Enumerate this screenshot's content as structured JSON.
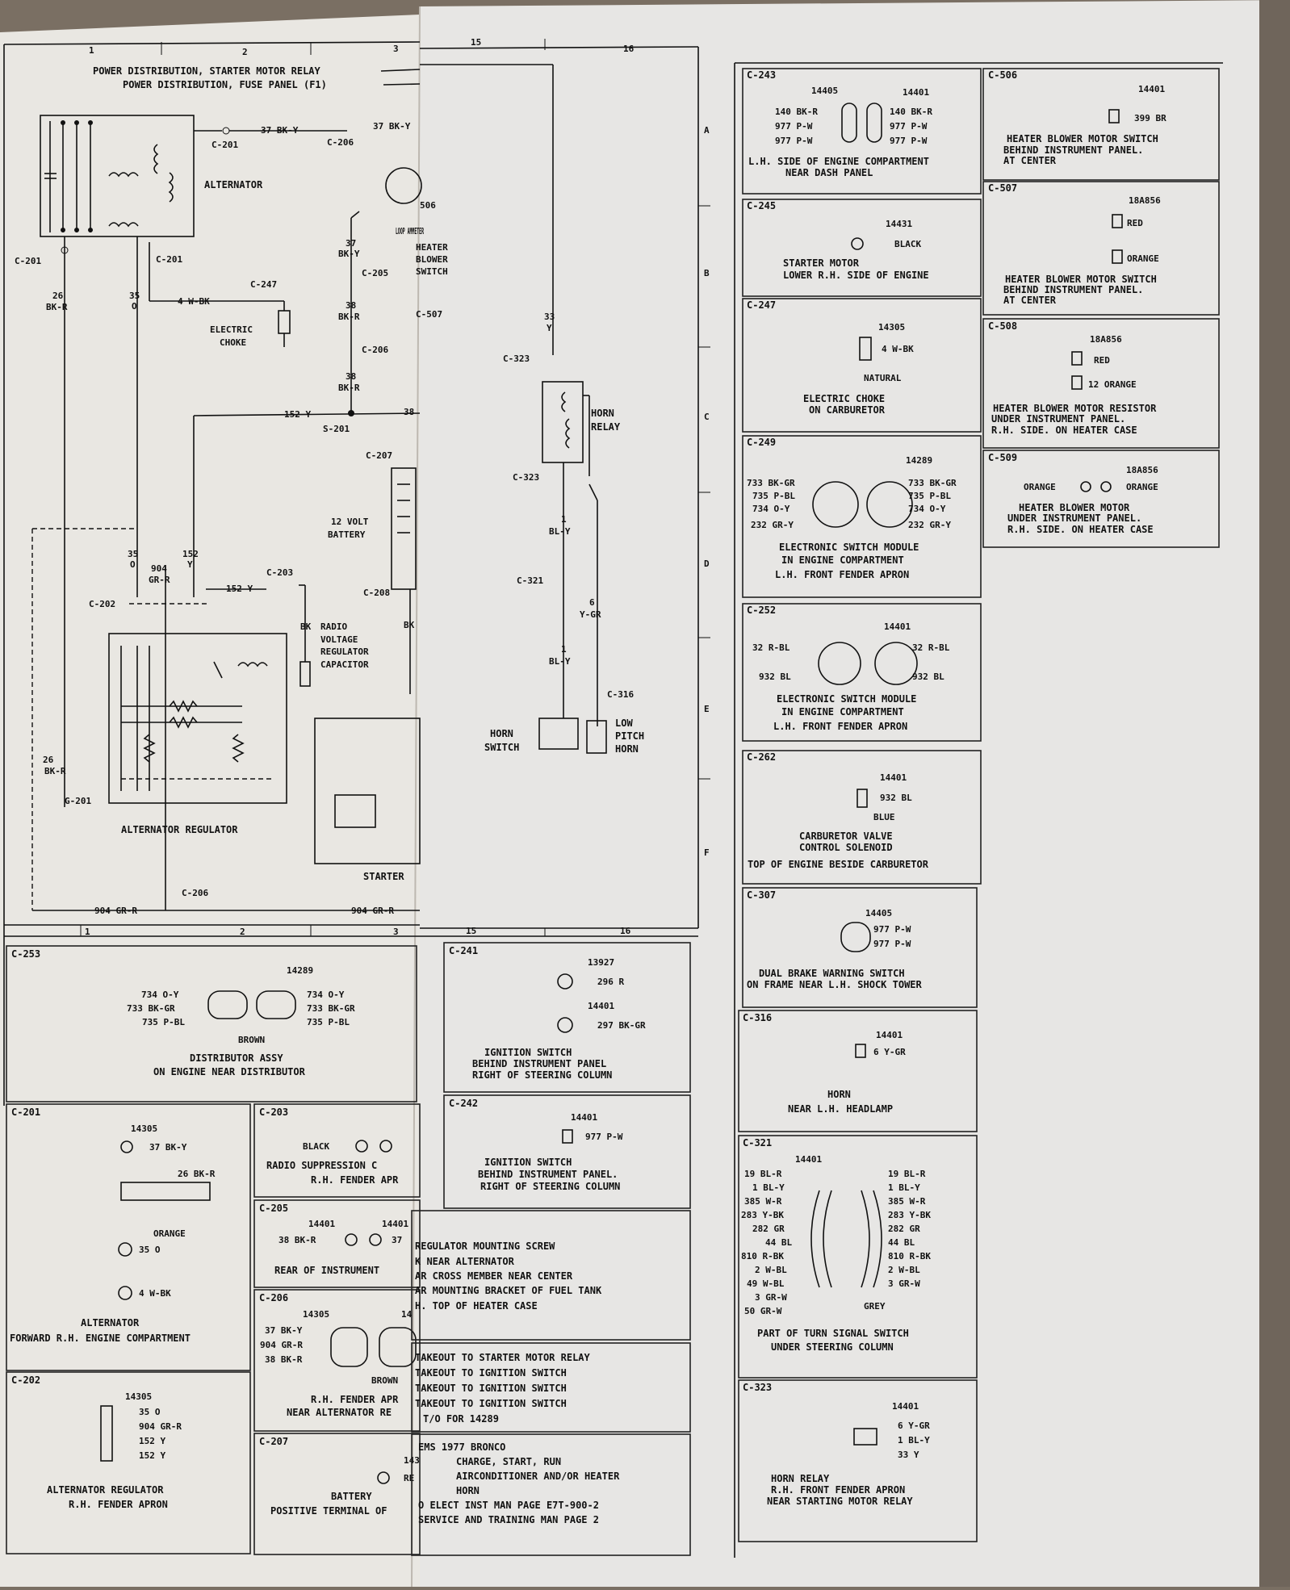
{
  "left_sheet": {
    "grid_top": [
      "1",
      "2",
      "3"
    ],
    "grid_bottom": [
      "1",
      "2",
      "3"
    ],
    "header": {
      "line1": "POWER DISTRIBUTION, STARTER MOTOR RELAY",
      "line2": "POWER DISTRIBUTION, FUSE PANEL (F1)"
    },
    "labels": {
      "alternator": "ALTERNATOR",
      "c201_a": "C-201",
      "c201_b": "C-201",
      "c201_c": "C-201",
      "c206_top": "C-206",
      "w37_a": "37 BK-Y",
      "w37_b": "37 BK-Y",
      "w26_num": "26",
      "w26_col": "BK-R",
      "w35_num": "35",
      "w35_col": "O",
      "w4": "4 W-BK",
      "c247": "C-247",
      "electric_choke_1": "ELECTRIC",
      "electric_choke_2": "CHOKE",
      "w152": "152 Y",
      "s201": "S-201",
      "w37b_num": "37",
      "w37b_col": "BK-Y",
      "c205": "C-205",
      "w38a_num": "38",
      "w38a_col": "BK-R",
      "c206_mid": "C-206",
      "w38b_num": "38",
      "w38b_col": "BK-R",
      "w38c": "38",
      "c506": "506",
      "loop_ammeter": "LOOP AMMETER",
      "heater_1": "HEATER",
      "heater_2": "BLOWER",
      "heater_3": "SWITCH",
      "c507": "C-507",
      "c207": "C-207",
      "battery_1": "12 VOLT",
      "battery_2": "BATTERY",
      "c208": "C-208",
      "bk_v": "BK",
      "w35b_num": "35",
      "w35b_col": "O",
      "w904_num": "904",
      "w904_col": "GR-R",
      "w152b_num": "152",
      "w152b_col": "Y",
      "c202": "C-202",
      "w152c": "152 Y",
      "c203": "C-203",
      "bk": "BK",
      "radio_1": "RADIO",
      "radio_2": "VOLTAGE",
      "radio_3": "REGULATOR",
      "radio_4": "CAPACITOR",
      "w26b_num": "26",
      "w26b_col": "BK-R",
      "g201": "G-201",
      "alt_reg": "ALTERNATOR REGULATOR",
      "starter": "STARTER",
      "c206_bottom": "C-206",
      "w904a": "904 GR-R",
      "w904b": "904 GR-R"
    }
  },
  "middle_sheet": {
    "grid_top": [
      "15",
      "16"
    ],
    "grid_bottom": [
      "15",
      "16"
    ],
    "rows": [
      "A",
      "B",
      "C",
      "D",
      "E",
      "F"
    ],
    "labels": {
      "w33_num": "33",
      "w33_col": "Y",
      "c323_a": "C-323",
      "horn_relay_1": "HORN",
      "horn_relay_2": "RELAY",
      "c323_b": "C-323",
      "w1_num": "1",
      "w1_col": "BL-Y",
      "c321": "C-321",
      "w6_num": "6",
      "w6_col": "Y-GR",
      "w1b_num": "1",
      "w1b_col": "BL-Y",
      "c316": "C-316",
      "horn_switch_1": "HORN",
      "horn_switch_2": "SWITCH",
      "low_pitch_1": "LOW",
      "low_pitch_2": "PITCH",
      "low_pitch_3": "HORN"
    }
  },
  "legend_lines": [
    "REGULATOR MOUNTING SCREW",
    "K NEAR ALTERNATOR",
    "AR CROSS MEMBER NEAR CENTER",
    "AR MOUNTING BRACKET OF FUEL TANK",
    "H. TOP OF HEATER CASE"
  ],
  "takeout_lines": [
    "TAKEOUT TO STARTER MOTOR RELAY",
    "TAKEOUT TO IGNITION SWITCH",
    "TAKEOUT TO IGNITION SWITCH",
    "TAKEOUT TO IGNITION SWITCH",
    "T/O FOR 14289"
  ],
  "title_block": [
    "EMS 1977 BRONCO",
    "CHARGE, START, RUN",
    "AIRCONDITIONER AND/OR HEATER",
    "HORN",
    "O ELECT INST MAN PAGE E7T-900-2",
    "SERVICE AND TRAINING MAN PAGE 2"
  ],
  "connectors": {
    "c243": {
      "id": "C-243",
      "part_a": "14405",
      "part_b": "14401",
      "pins_l": [
        "140 BK-R",
        "977 P-W",
        "977 P-W"
      ],
      "pins_r": [
        "140 BK-R",
        "977 P-W",
        "977 P-W"
      ],
      "loc1": "L.H. SIDE OF ENGINE COMPARTMENT",
      "loc2": "NEAR DASH PANEL"
    },
    "c245": {
      "id": "C-245",
      "part": "14431",
      "pin": "BLACK",
      "loc1": "STARTER MOTOR",
      "loc2": "LOWER R.H. SIDE OF ENGINE"
    },
    "c247": {
      "id": "C-247",
      "part": "14305",
      "pin": "4 W-BK",
      "color": "NATURAL",
      "loc1": "ELECTRIC CHOKE",
      "loc2": "ON CARBURETOR"
    },
    "c249": {
      "id": "C-249",
      "part": "14289",
      "pins_l": [
        "733 BK-GR",
        "735 P-BL",
        "734 O-Y",
        "232 GR-Y"
      ],
      "pins_r": [
        "733 BK-GR",
        "735 P-BL",
        "734 O-Y",
        "232 GR-Y"
      ],
      "loc1": "ELECTRONIC SWITCH MODULE",
      "loc2": "IN ENGINE COMPARTMENT",
      "loc3": "L.H. FRONT FENDER APRON"
    },
    "c252": {
      "id": "C-252",
      "part": "14401",
      "pins_l": [
        "32 R-BL",
        "932 BL"
      ],
      "pins_r": [
        "32 R-BL",
        "932 BL"
      ],
      "loc1": "ELECTRONIC SWITCH MODULE",
      "loc2": "IN ENGINE COMPARTMENT",
      "loc3": "L.H. FRONT FENDER APRON"
    },
    "c262": {
      "id": "C-262",
      "part": "14401",
      "pin": "932 BL",
      "color": "BLUE",
      "loc1": "CARBURETOR VALVE",
      "loc2": "CONTROL SOLENOID",
      "loc3": "TOP OF ENGINE BESIDE CARBURETOR"
    },
    "c307": {
      "id": "C-307",
      "part": "14405",
      "pins": [
        "977 P-W",
        "977 P-W"
      ],
      "loc1": "DUAL BRAKE WARNING SWITCH",
      "loc2": "ON FRAME NEAR L.H. SHOCK TOWER"
    },
    "c316": {
      "id": "C-316",
      "part": "14401",
      "pin": "6 Y-GR",
      "loc1": "HORN",
      "loc2": "NEAR L.H. HEADLAMP"
    },
    "c321": {
      "id": "C-321",
      "part": "14401",
      "pins_l": [
        "19 BL-R",
        "1 BL-Y",
        "385 W-R",
        "283 Y-BK",
        "282 GR",
        "44 BL",
        "810 R-BK",
        "2 W-BL",
        "49 W-BL",
        "3 GR-W",
        "50 GR-W"
      ],
      "pins_r": [
        "19 BL-R",
        "1 BL-Y",
        "385 W-R",
        "283 Y-BK",
        "282 GR",
        "44 BL",
        "810 R-BK",
        "2 W-BL",
        "3 GR-W"
      ],
      "color": "GREY",
      "loc1": "PART OF TURN SIGNAL SWITCH",
      "loc2": "UNDER STEERING COLUMN"
    },
    "c323": {
      "id": "C-323",
      "part": "14401",
      "pins": [
        "6 Y-GR",
        "1 BL-Y",
        "33 Y"
      ],
      "loc1": "HORN RELAY",
      "loc2": "R.H. FRONT FENDER APRON",
      "loc3": "NEAR STARTING MOTOR RELAY"
    },
    "c506": {
      "id": "C-506",
      "part": "14401",
      "pin": "399 BR",
      "loc1": "HEATER BLOWER MOTOR SWITCH",
      "loc2": "BEHIND INSTRUMENT PANEL.",
      "loc3": "AT CENTER"
    },
    "c507": {
      "id": "C-507",
      "part": "18A856",
      "pins": [
        "RED",
        "ORANGE"
      ],
      "loc1": "HEATER BLOWER MOTOR SWITCH",
      "loc2": "BEHIND INSTRUMENT PANEL.",
      "loc3": "AT CENTER"
    },
    "c508": {
      "id": "C-508",
      "part": "18A856",
      "pins": [
        "RED",
        "12 ORANGE"
      ],
      "loc1": "HEATER BLOWER MOTOR RESISTOR",
      "loc2": "UNDER INSTRUMENT PANEL.",
      "loc3": "R.H. SIDE. ON HEATER CASE"
    },
    "c509": {
      "id": "C-509",
      "part": "18A856",
      "pin_l": "ORANGE",
      "pin_r": "ORANGE",
      "loc1": "HEATER BLOWER MOTOR",
      "loc2": "UNDER INSTRUMENT PANEL.",
      "loc3": "R.H. SIDE. ON HEATER CASE"
    },
    "c253": {
      "id": "C-253",
      "part": "14289",
      "pins_l": [
        "734 O-Y",
        "733 BK-GR",
        "735 P-BL"
      ],
      "pins_r": [
        "734 O-Y",
        "733 BK-GR",
        "735 P-BL"
      ],
      "color": "BROWN",
      "loc1": "DISTRIBUTOR ASSY",
      "loc2": "ON ENGINE NEAR DISTRIBUTOR"
    },
    "c241": {
      "id": "C-241",
      "part_a": "13927",
      "part_b": "14401",
      "pins": [
        "296 R",
        "297 BK-GR"
      ],
      "loc1": "IGNITION SWITCH",
      "loc2": "BEHIND INSTRUMENT PANEL",
      "loc3": "RIGHT OF STEERING COLUMN"
    },
    "c242": {
      "id": "C-242",
      "part": "14401",
      "pin": "977 P-W",
      "loc1": "IGNITION SWITCH",
      "loc2": "BEHIND INSTRUMENT PANEL.",
      "loc3": "RIGHT OF STEERING COLUMN"
    },
    "c201": {
      "id": "C-201",
      "part": "14305",
      "pins": [
        "37 BK-Y",
        "26 BK-R",
        "ORANGE",
        "35 O",
        "4 W-BK"
      ],
      "loc1": "ALTERNATOR",
      "loc2": "FORWARD R.H. ENGINE COMPARTMENT"
    },
    "c203": {
      "id": "C-203",
      "pin": "BLACK",
      "loc1": "RADIO SUPPRESSION C",
      "loc2": "R.H. FENDER APR"
    },
    "c205": {
      "id": "C-205",
      "part_a": "14401",
      "part_b": "14401",
      "pin_l": "38 BK-R",
      "pin_r": "37",
      "loc1": "REAR OF INSTRUMENT"
    },
    "c206": {
      "id": "C-206",
      "part_a": "14305",
      "part_b": "14",
      "pins_l": [
        "37 BK-Y",
        "904 GR-R",
        "38 BK-R"
      ],
      "color": "BROWN",
      "loc1": "R.H. FENDER APR",
      "loc2": "NEAR ALTERNATOR RE"
    },
    "c202": {
      "id": "C-202",
      "part": "14305",
      "pins": [
        "35 O",
        "904 GR-R",
        "152 Y",
        "152 Y"
      ],
      "loc1": "ALTERNATOR REGULATOR",
      "loc2": "R.H. FENDER APRON"
    },
    "c207": {
      "id": "C-207",
      "part": "143",
      "pin": "RE",
      "loc1": "BATTERY",
      "loc2": "POSITIVE TERMINAL OF"
    }
  }
}
